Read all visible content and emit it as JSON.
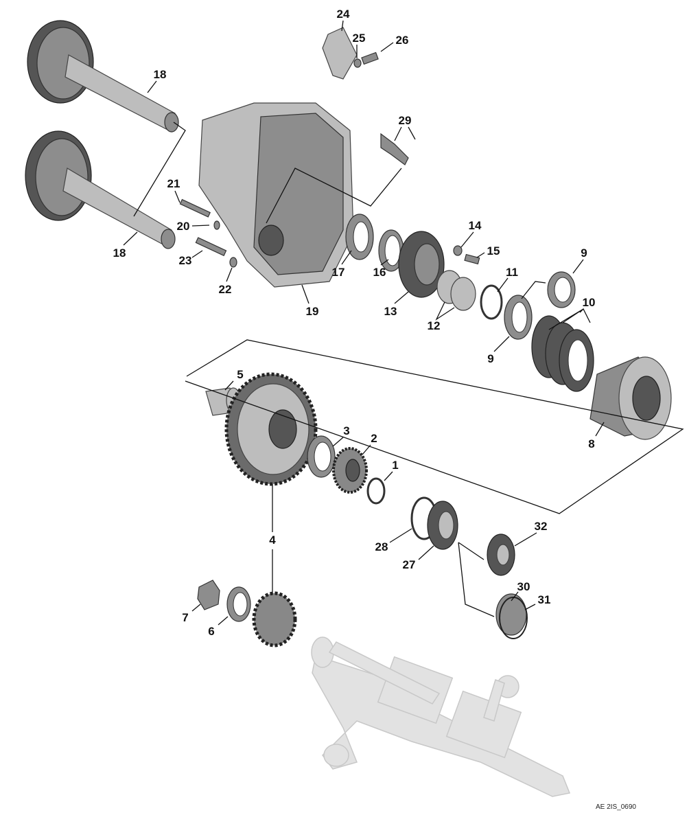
{
  "diagram": {
    "reference_code": "AE 2IS_0690",
    "callouts": [
      "24",
      "25",
      "26",
      "18",
      "29",
      "21",
      "20",
      "14",
      "15",
      "18",
      "23",
      "17",
      "16",
      "11",
      "9",
      "22",
      "13",
      "19",
      "12",
      "10",
      "9",
      "5",
      "3",
      "2",
      "8",
      "1",
      "4",
      "32",
      "28",
      "27",
      "30",
      "31",
      "7",
      "6"
    ]
  }
}
